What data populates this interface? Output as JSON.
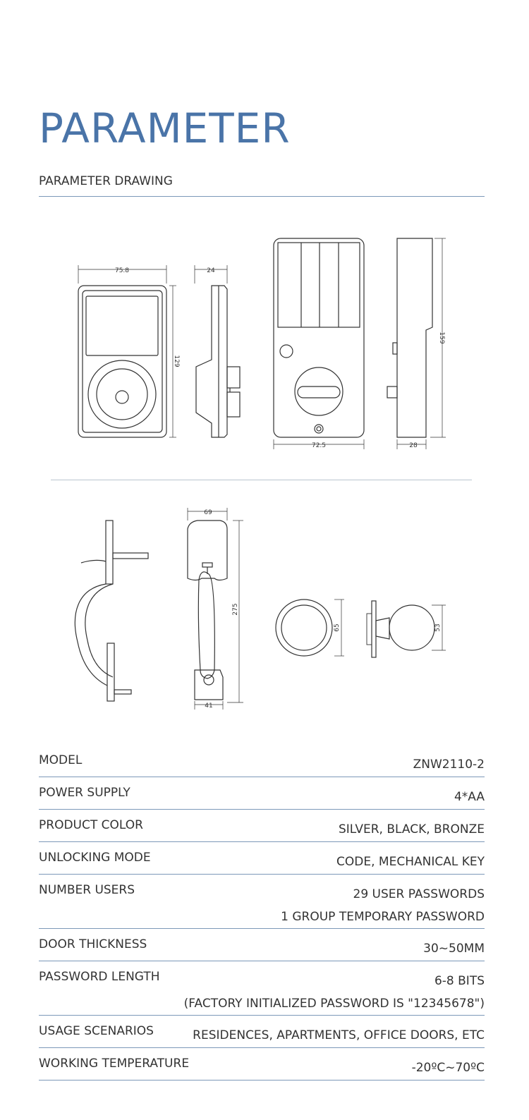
{
  "header": {
    "title": "PARAMETER",
    "subtitle": "PARAMETER DRAWING"
  },
  "dimensions": {
    "front_width": "75.8",
    "side_depth": "24",
    "front_height": "129",
    "back_width": "72.5",
    "back_height": "159",
    "back_depth": "28",
    "handle_top_width": "69",
    "handle_height": "275",
    "handle_bottom_width": "41",
    "rosette_diameter": "65",
    "knob_diameter": "53"
  },
  "specs": [
    {
      "label": "MODEL",
      "values": [
        "ZNW2110-2"
      ]
    },
    {
      "label": "POWER SUPPLY",
      "values": [
        "4*AA"
      ]
    },
    {
      "label": "PRODUCT COLOR",
      "values": [
        "SILVER, BLACK, BRONZE"
      ]
    },
    {
      "label": "UNLOCKING MODE",
      "values": [
        "CODE, MECHANICAL KEY"
      ]
    },
    {
      "label": "NUMBER USERS",
      "values": [
        "29 USER PASSWORDS",
        "1 GROUP TEMPORARY PASSWORD"
      ]
    },
    {
      "label": "DOOR THICKNESS",
      "values": [
        "30~50MM"
      ]
    },
    {
      "label": "PASSWORD LENGTH",
      "values": [
        "6-8 BITS",
        "(FACTORY INITIALIZED PASSWORD IS \"12345678\")"
      ]
    },
    {
      "label": "USAGE SCENARIOS",
      "values": [
        "RESIDENCES, APARTMENTS, OFFICE DOORS, ETC"
      ]
    },
    {
      "label": "WORKING TEMPERATURE",
      "values": [
        "-20ºC~70ºC"
      ]
    }
  ]
}
